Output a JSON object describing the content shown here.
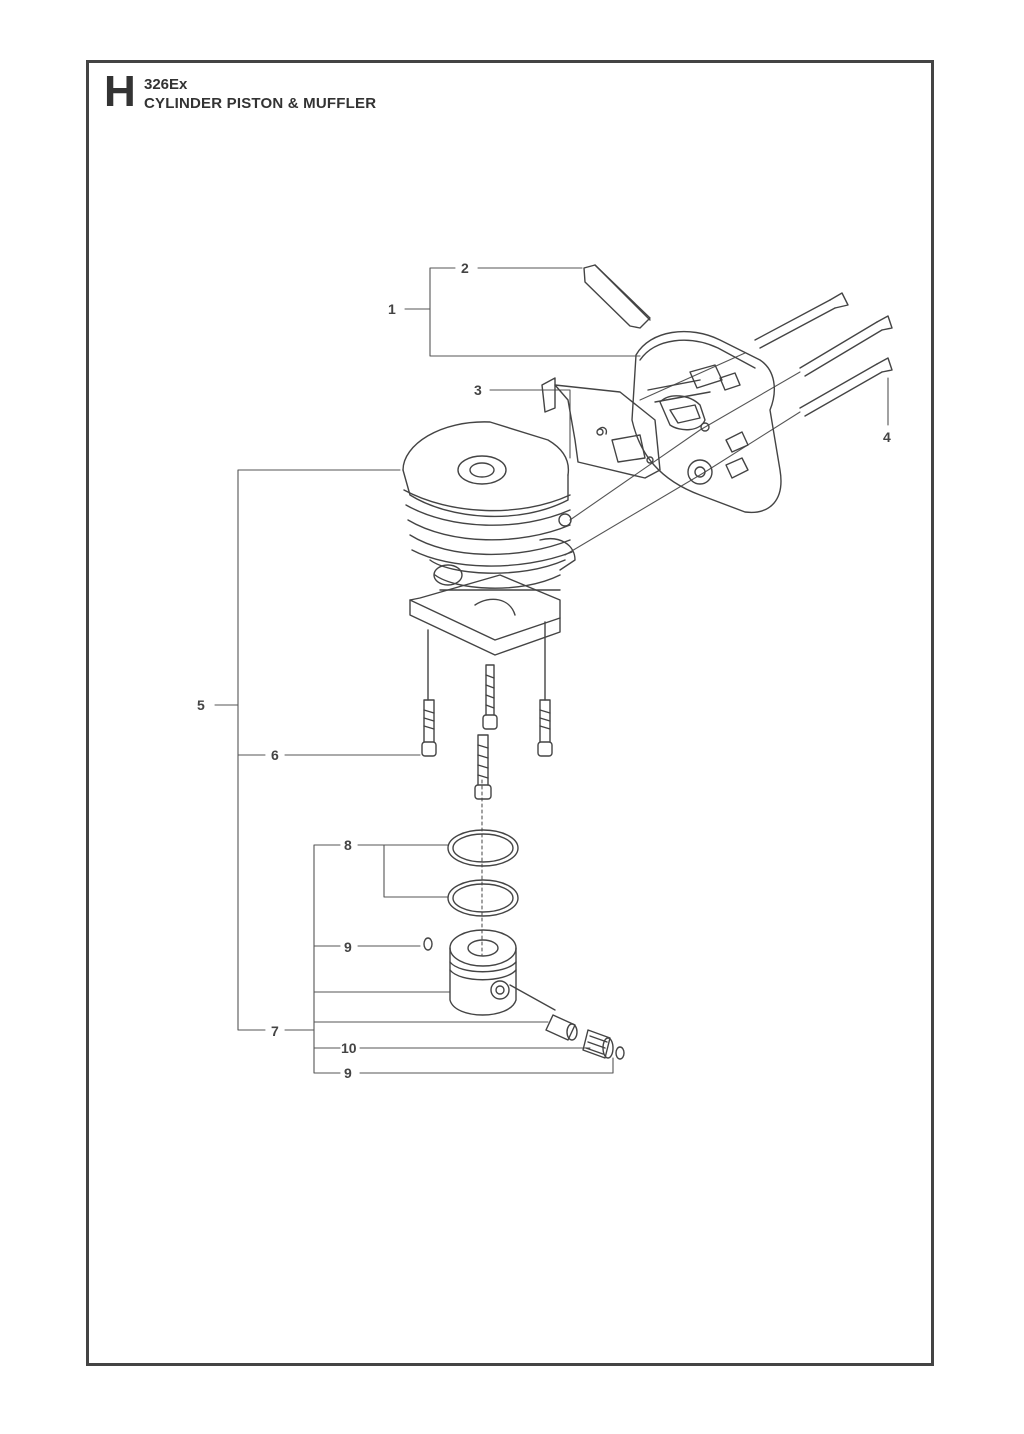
{
  "header": {
    "section_letter": "H",
    "model": "326Ex",
    "title": "CYLINDER PISTON & MUFFLER"
  },
  "callouts": [
    "1",
    "2",
    "3",
    "4",
    "5",
    "6",
    "7",
    "8",
    "9",
    "9",
    "10"
  ]
}
